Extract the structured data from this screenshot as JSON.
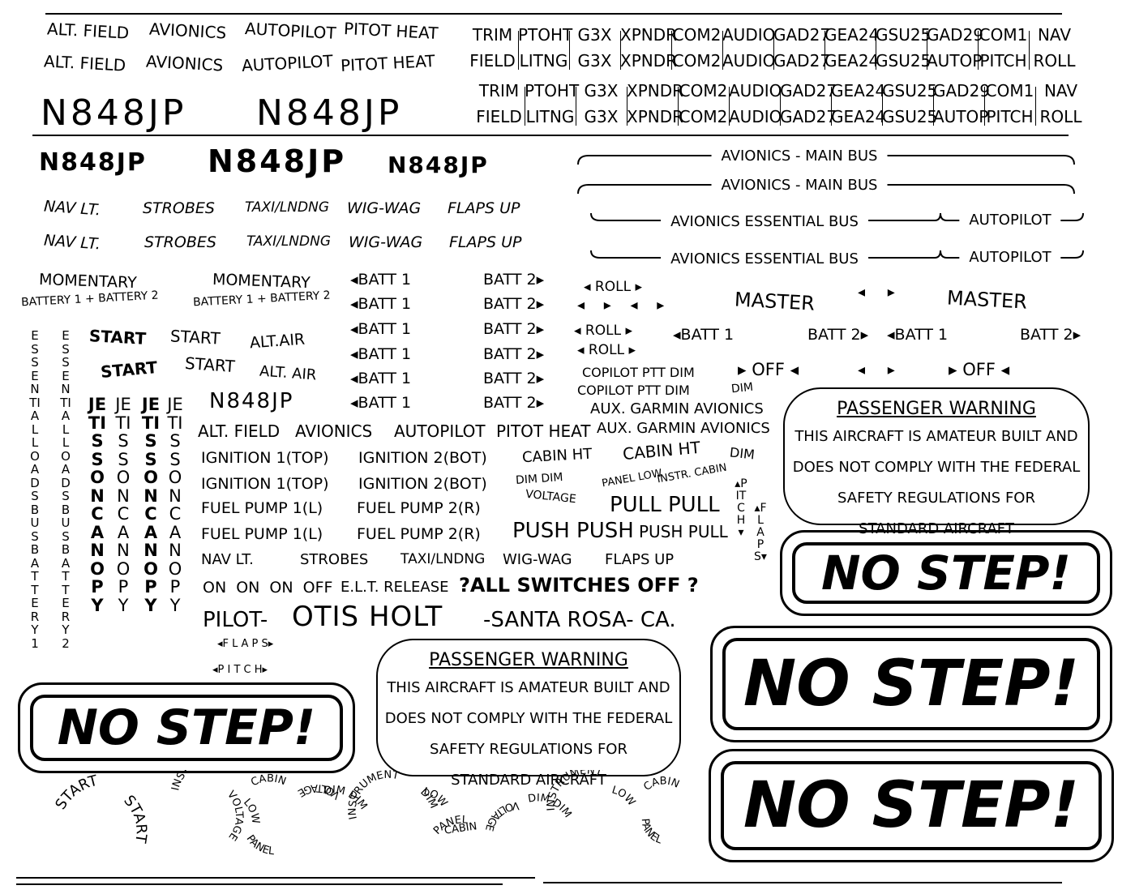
{
  "labels": {
    "alt_field": "ALT. FIELD",
    "avionics": "AVIONICS",
    "autopilot": "AUTOPILOT",
    "pitot_heat": "PITOT HEAT",
    "tail_number": "N848JP",
    "nav_lt": "NAV LT.",
    "strobes": "STROBES",
    "taxi_lndng": "TAXI/LNDNG",
    "wig_wag": "WIG-WAG",
    "flaps_up": "FLAPS UP",
    "momentary": "MOMENTARY",
    "battery_1_2": "BATTERY 1 + BATTERY 2",
    "batt1_left": "◂BATT 1",
    "batt2_right": "BATT 2▸",
    "start": "START",
    "alt_air": "ALT.AIR",
    "alt_air_spaced": "ALT. AIR",
    "roll": "◂ ROLL ▸",
    "arrows_4": "◂ ▸ ◂ ▸",
    "arrows_2": "◂ ▸",
    "master": "MASTER",
    "off": "▸ OFF ◂",
    "copilot_ptt_dim": "COPILOT PTT DIM",
    "dim": "DIM",
    "aux_garmin_avionics": "AUX. GARMIN AVIONICS",
    "ignition_1": "IGNITION 1(TOP)",
    "ignition_2": "IGNITION 2(BOT)",
    "fuel_pump_1": "FUEL PUMP 1(L)",
    "fuel_pump_2": "FUEL PUMP 2(R)",
    "cabin_ht": "CABIN HT",
    "dim_dim": "DIM DIM",
    "panel_low": "PANEL LOW",
    "instr_cabin": "INSTR. CABIN",
    "voltage": "VOLTAGE",
    "pull_pull": "PULL PULL",
    "push_push": "PUSH PUSH",
    "push_pull": "PUSH PULL",
    "on_on_on_off": "ON ON ON OFF",
    "elt_release": "E.L.T. RELEASE",
    "all_switches_off": "?ALL SWITCHES OFF ?",
    "pilot_prefix": "PILOT-",
    "pilot_name": "OTIS HOLT",
    "pilot_location": "-SANTA ROSA- CA.",
    "flaps_arrows": "◂F L A P S▸",
    "pitch_arrows": "◂P I T C H▸",
    "pitch_vertical": "▴PITCH▾",
    "flaps_vertical": "▴FLAPS▾",
    "ess_loads_bus_batt1": "ESSENTIAL LOADS BUS BATTERY1",
    "ess_loads_bus_batt2": "ESSENTIAL LOADS BUS BATTERY2",
    "jettison_canopy": "JETISSON CANOPY",
    "no_step": "NO STEP!",
    "instrument": "INSTRUMENT",
    "low": "LOW",
    "cabin": "CABIN",
    "panel": "PANEL"
  },
  "bus_labels": {
    "main_bus": "AVIONICS - MAIN BUS",
    "essential_bus": "AVIONICS ESSENTIAL BUS",
    "autopilot": "AUTOPILOT"
  },
  "passenger_warning": {
    "heading": "PASSENGER WARNING",
    "line1": "THIS AIRCRAFT IS AMATEUR BUILT AND",
    "line2": "DOES NOT COMPLY WITH THE FEDERAL",
    "line3": "SAFETY REGULATIONS FOR",
    "line4": "STANDARD AIRCRAFT"
  },
  "breaker_grid": {
    "top": [
      "TRIM",
      "PTOHT",
      "G3X",
      "XPNDR",
      "COM2",
      "AUDIO",
      "GAD27",
      "GEA24",
      "GSU25",
      "GAD29",
      "COM1",
      "NAV"
    ],
    "bottom": [
      "FIELD",
      "LITNG",
      "G3X",
      "XPNDR",
      "COM2",
      "AUDIO",
      "GAD27",
      "GEA24",
      "GSU25",
      "AUTOP",
      "PITCH",
      "ROLL"
    ]
  }
}
